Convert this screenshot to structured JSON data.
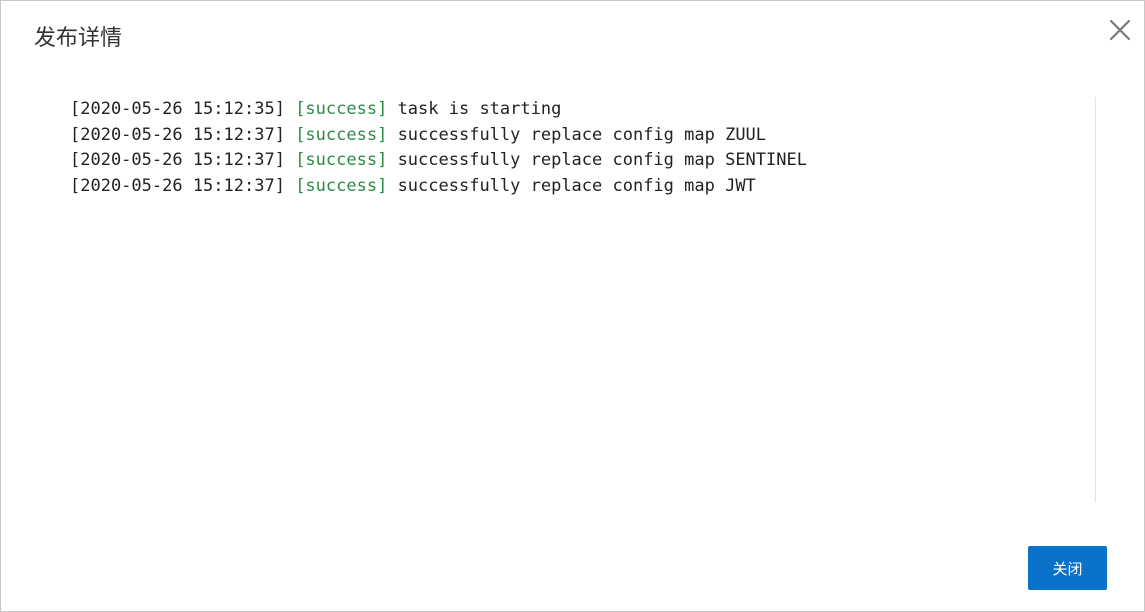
{
  "dialog": {
    "title": "发布详情",
    "close_button_label": "关闭"
  },
  "log": {
    "entries": [
      {
        "timestamp": "[2020-05-26 15:12:35]",
        "status": "[success]",
        "message": "task is starting"
      },
      {
        "timestamp": "[2020-05-26 15:12:37]",
        "status": "[success]",
        "message": "successfully replace config map ZUUL"
      },
      {
        "timestamp": "[2020-05-26 15:12:37]",
        "status": "[success]",
        "message": "successfully replace config map SENTINEL"
      },
      {
        "timestamp": "[2020-05-26 15:12:37]",
        "status": "[success]",
        "message": "successfully replace config map JWT"
      }
    ]
  },
  "colors": {
    "accent": "#0a72c8",
    "success": "#2e8b46",
    "title_text": "#333333"
  },
  "icons": {
    "close": "close-icon"
  }
}
